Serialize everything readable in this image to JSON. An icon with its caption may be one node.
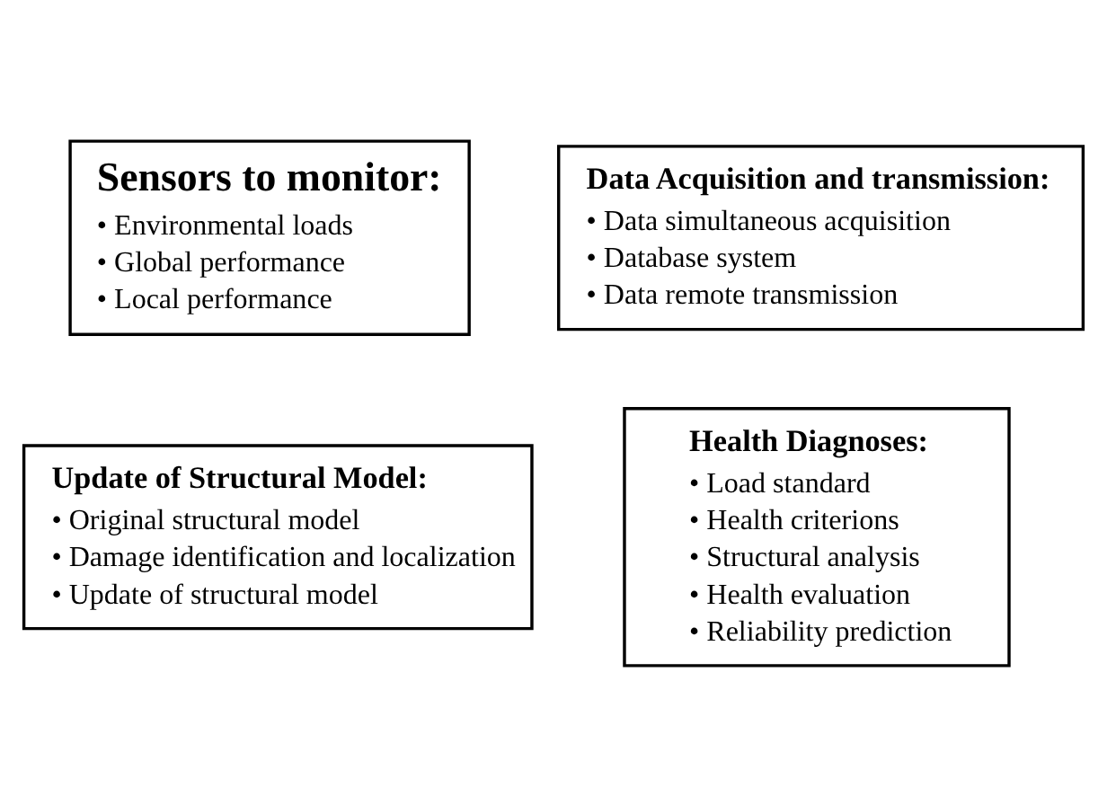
{
  "diagram": {
    "nodes": [
      {
        "text": [
          "Sensors to monitor:",
          "• Environmental loads",
          "• Global performance",
          "• Local performance"
        ]
      },
      {
        "text": [
          "Data Acquisition and transmission:",
          "• Data simultaneous acquisition",
          "• Database system",
          "• Data remote transmission"
        ]
      },
      {
        "text": [
          "Update of Structural Model:",
          "• Original structural model",
          "• Damage identification and localization",
          "• Update of structural model"
        ]
      },
      {
        "text": [
          "Health Diagnoses:",
          "• Load standard",
          "• Health criterions",
          "• Structural analysis",
          "• Health evaluation",
          "• Reliability prediction"
        ]
      }
    ],
    "edges": []
  }
}
